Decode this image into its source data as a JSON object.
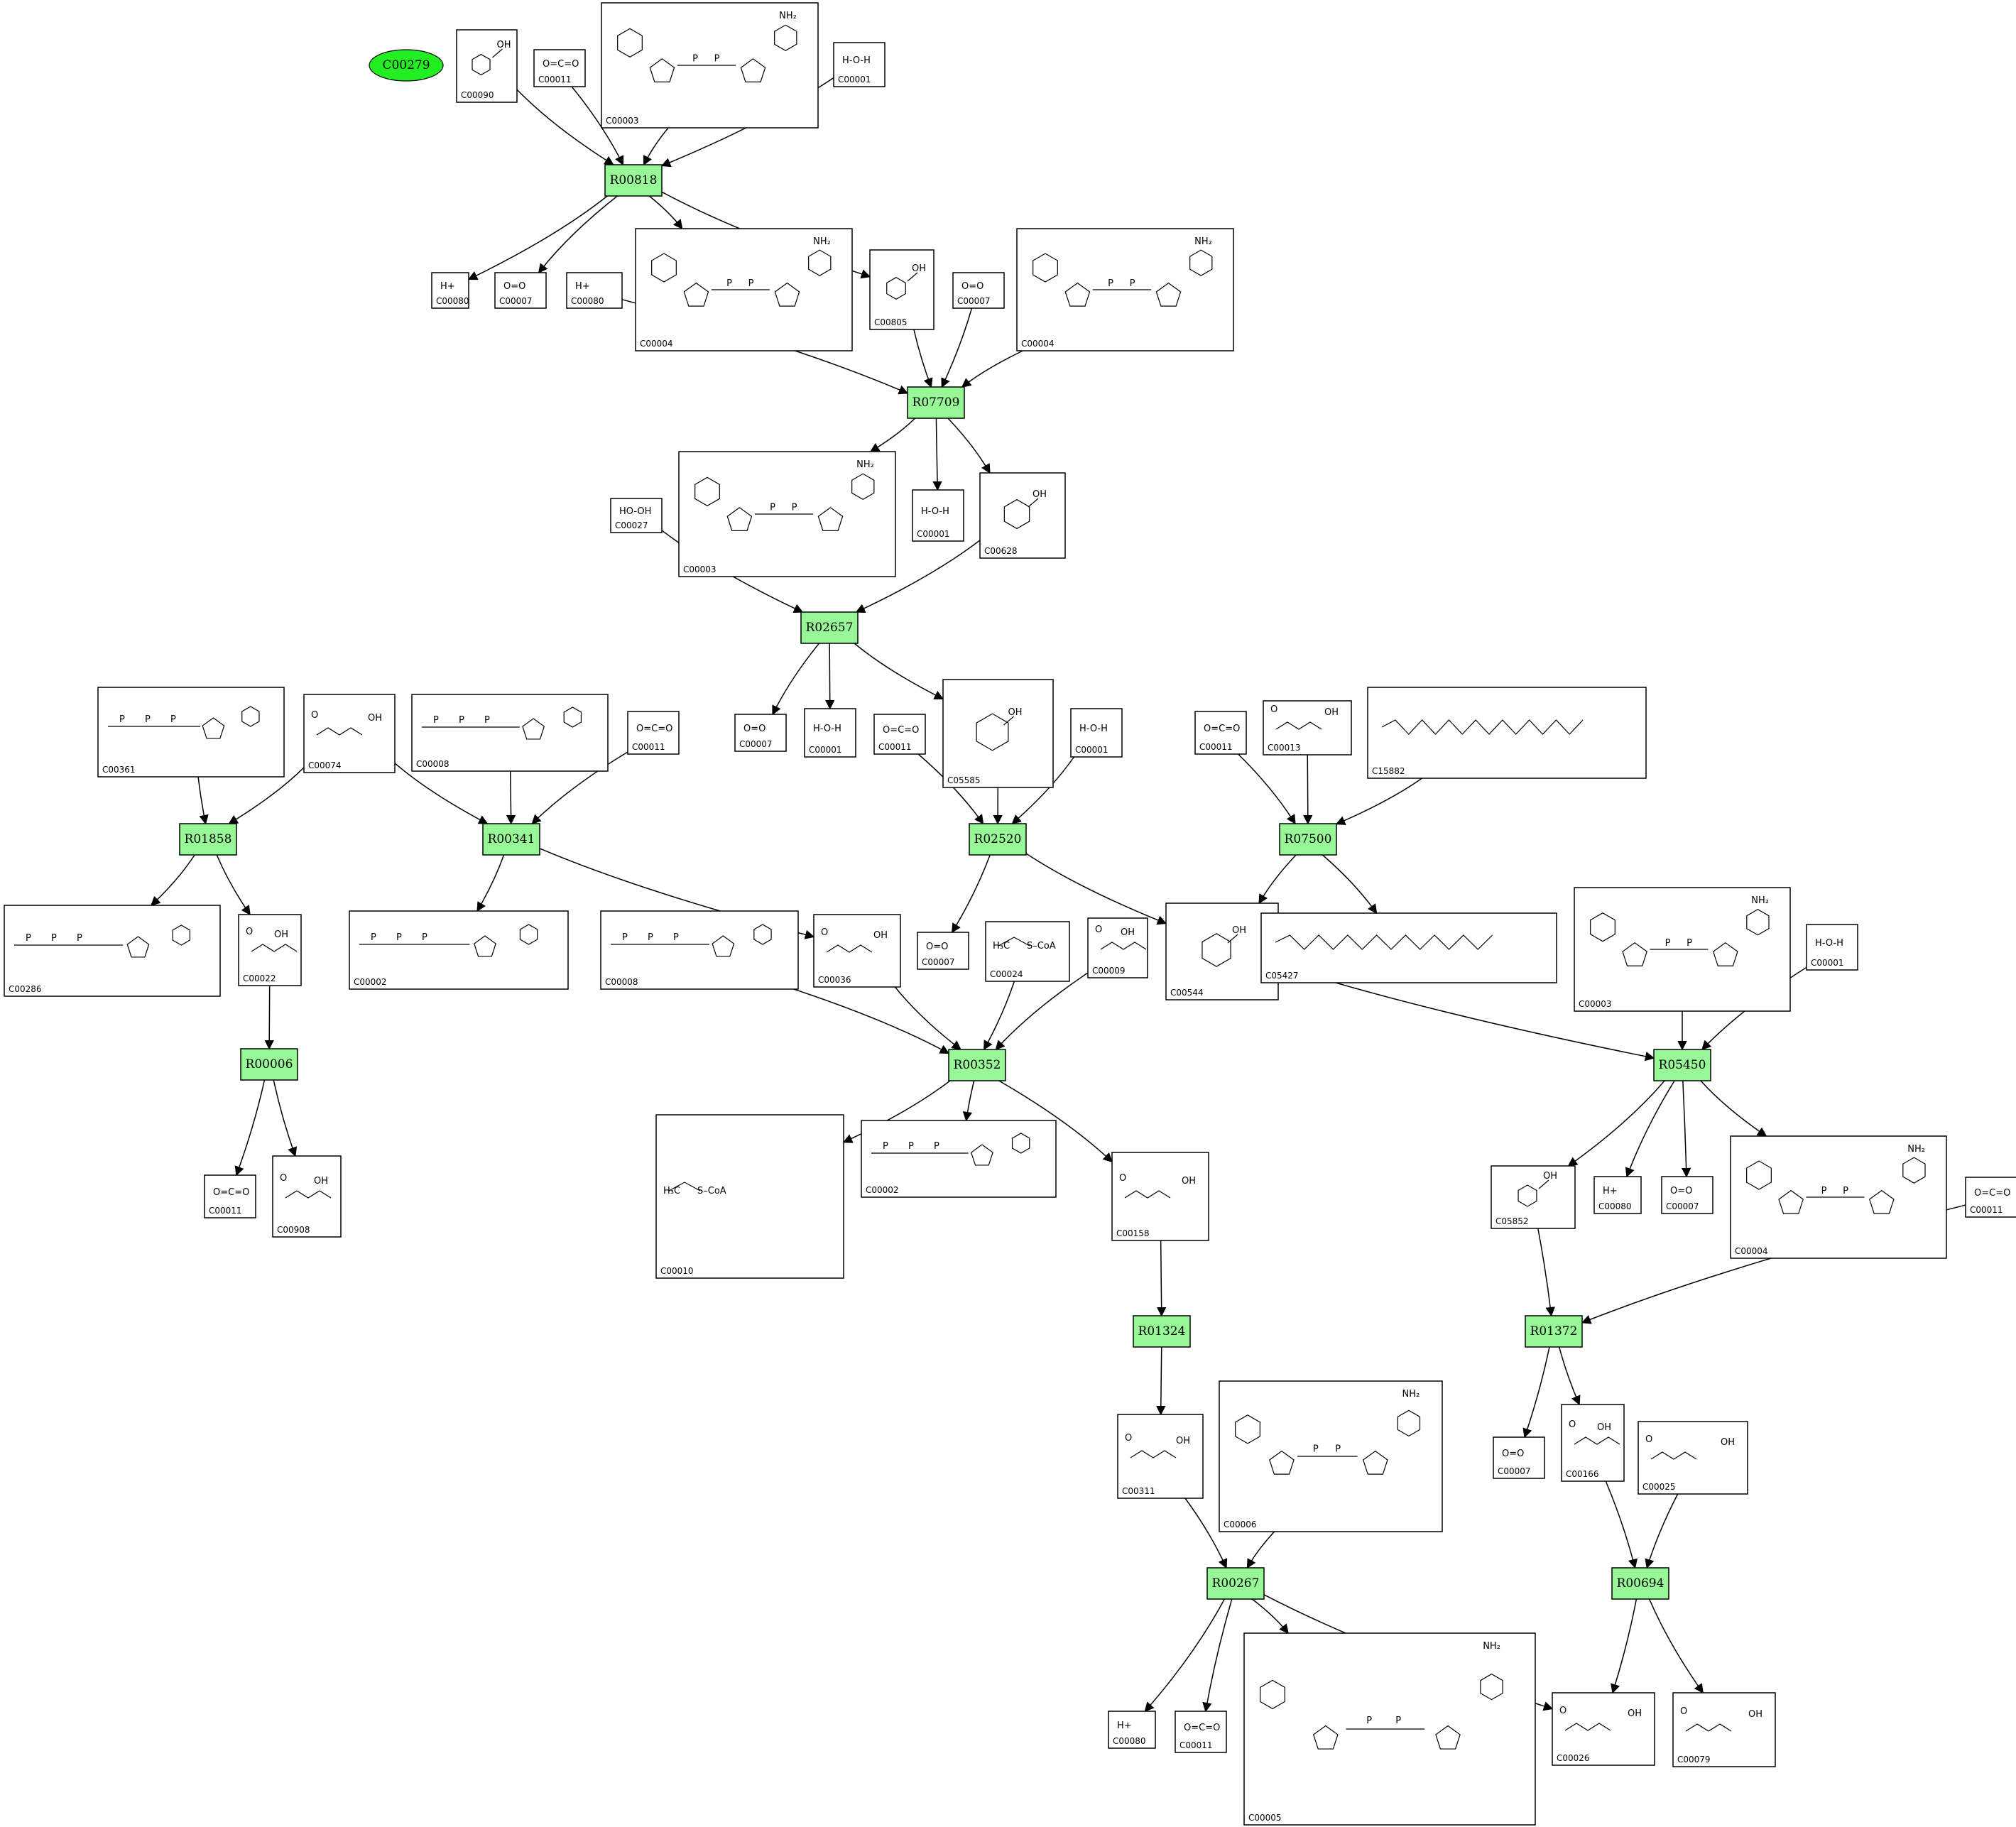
{
  "start_node": {
    "id": "C00279",
    "color": "#22ee22"
  },
  "reaction_color": "#98f898",
  "reactions": [
    "R00818",
    "R07709",
    "R02657",
    "R01858",
    "R00341",
    "R02520",
    "R07500",
    "R00006",
    "R00352",
    "R05450",
    "R01324",
    "R01372",
    "R00267",
    "R00694"
  ],
  "compounds": [
    {
      "id": "C00090",
      "formula": ""
    },
    {
      "id": "C00011",
      "formula": "O=C=O"
    },
    {
      "id": "C00003",
      "formula": ""
    },
    {
      "id": "C00001",
      "formula": "H-O-H"
    },
    {
      "id": "C00080",
      "formula": "H+"
    },
    {
      "id": "C00007",
      "formula": "O=O"
    },
    {
      "id": "C00080",
      "formula": "H+"
    },
    {
      "id": "C00004",
      "formula": ""
    },
    {
      "id": "C00805",
      "formula": ""
    },
    {
      "id": "C00007",
      "formula": "O=O"
    },
    {
      "id": "C00004",
      "formula": ""
    },
    {
      "id": "C00027",
      "formula": "HO-OH"
    },
    {
      "id": "C00003",
      "formula": ""
    },
    {
      "id": "C00001",
      "formula": "H-O-H"
    },
    {
      "id": "C00628",
      "formula": ""
    },
    {
      "id": "C00007",
      "formula": "O=O"
    },
    {
      "id": "C00001",
      "formula": "H-O-H"
    },
    {
      "id": "C00011",
      "formula": "O=C=O"
    },
    {
      "id": "C05585",
      "formula": ""
    },
    {
      "id": "C00001",
      "formula": "H-O-H"
    },
    {
      "id": "C00361",
      "formula": ""
    },
    {
      "id": "C00074",
      "formula": ""
    },
    {
      "id": "C00008",
      "formula": ""
    },
    {
      "id": "C00011",
      "formula": "O=C=O"
    },
    {
      "id": "C00011",
      "formula": "O=C=O"
    },
    {
      "id": "C00013",
      "formula": ""
    },
    {
      "id": "C15882",
      "formula": ""
    },
    {
      "id": "C00286",
      "formula": ""
    },
    {
      "id": "C00022",
      "formula": ""
    },
    {
      "id": "C00002",
      "formula": ""
    },
    {
      "id": "C00008",
      "formula": ""
    },
    {
      "id": "C00036",
      "formula": ""
    },
    {
      "id": "C00007",
      "formula": "O=O"
    },
    {
      "id": "C00024",
      "formula": "H3C-C(=O)-S-CoA"
    },
    {
      "id": "C00009",
      "formula": ""
    },
    {
      "id": "C00544",
      "formula": ""
    },
    {
      "id": "C05427",
      "formula": ""
    },
    {
      "id": "C00003",
      "formula": ""
    },
    {
      "id": "C00001",
      "formula": "H-O-H"
    },
    {
      "id": "C00011",
      "formula": "O=C=O"
    },
    {
      "id": "C00908",
      "formula": ""
    },
    {
      "id": "C00010",
      "formula": ""
    },
    {
      "id": "C00002",
      "formula": ""
    },
    {
      "id": "C00158",
      "formula": ""
    },
    {
      "id": "C05852",
      "formula": ""
    },
    {
      "id": "C00080",
      "formula": "H+"
    },
    {
      "id": "C00007",
      "formula": "O=O"
    },
    {
      "id": "C00004",
      "formula": ""
    },
    {
      "id": "C00011",
      "formula": "O=C=O"
    },
    {
      "id": "C00311",
      "formula": ""
    },
    {
      "id": "C00006",
      "formula": ""
    },
    {
      "id": "C00007",
      "formula": "O=O"
    },
    {
      "id": "C00166",
      "formula": ""
    },
    {
      "id": "C00025",
      "formula": ""
    },
    {
      "id": "C00080",
      "formula": "H+"
    },
    {
      "id": "C00011",
      "formula": "O=C=O"
    },
    {
      "id": "C00005",
      "formula": ""
    },
    {
      "id": "C00026",
      "formula": ""
    },
    {
      "id": "C00079",
      "formula": ""
    }
  ]
}
